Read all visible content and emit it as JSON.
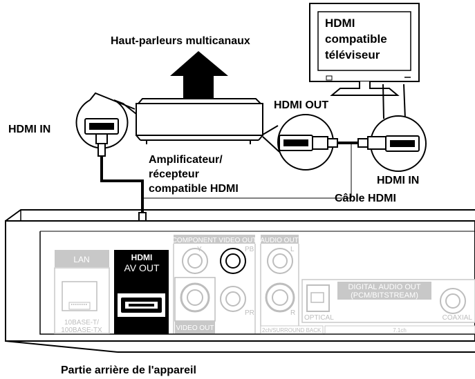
{
  "labels": {
    "speakers": "Haut-parleurs multicanaux",
    "tv_line1": "HDMI",
    "tv_line2": "compatible",
    "tv_line3": "téléviseur",
    "hdmi_out": "HDMI OUT",
    "hdmi_in_left": "HDMI IN",
    "hdmi_in_right": "HDMI IN",
    "amp_line1": "Amplificateur/",
    "amp_line2": "récepteur",
    "amp_line3": "compatible HDMI",
    "cable": "Câble HDMI",
    "rear": "Partie arrière de l'appareil"
  },
  "panel": {
    "lan": "LAN",
    "lan_spec1": "10BASE-T/",
    "lan_spec2": "100BASE-TX",
    "hdmi_logo": "HDMI",
    "av_out": "AV OUT",
    "component_video_out": "COMPONENT VIDEO OUT",
    "y": "Y",
    "pb": "PB",
    "pr": "PR",
    "video_out": "VIDEO OUT",
    "audio_out": "AUDIO OUT",
    "l": "L",
    "r": "R",
    "surround_back": "2ch/SURROUND BACK",
    "digital_audio_out1": "DIGITAL AUDIO OUT",
    "digital_audio_out2": "(PCM/BITSTREAM)",
    "optical": "OPTICAL",
    "coaxial": "COAXIAL",
    "ch71": "7.1ch"
  }
}
